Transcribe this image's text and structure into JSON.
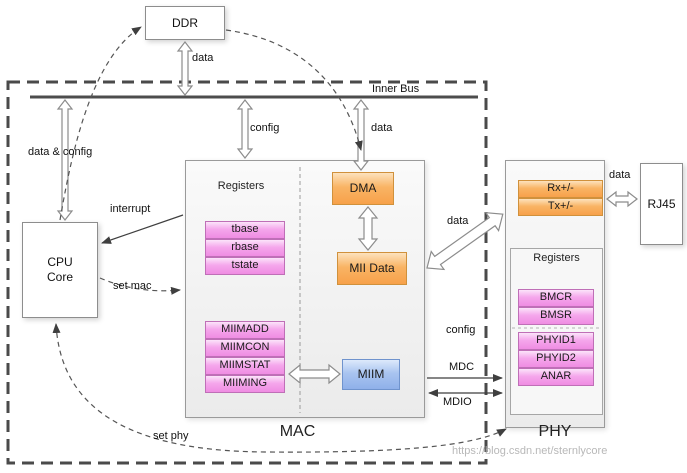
{
  "watermark": "https://blog.csdn.net/sternlycore",
  "ddr": {
    "label": "DDR"
  },
  "bus": {
    "label": "Inner Bus"
  },
  "cpu": {
    "label": "CPU Core"
  },
  "rj45": {
    "label": "RJ45"
  },
  "mac": {
    "label": "MAC",
    "registers_title": "Registers",
    "queue_regs": [
      "tbase",
      "rbase",
      "tstate"
    ],
    "mii_regs": [
      "MIIMADD",
      "MIIMCON",
      "MIIMSTAT",
      "MIIMING"
    ],
    "dma": "DMA",
    "mii_data": "MII Data",
    "miim": "MIIM"
  },
  "phy": {
    "label": "PHY",
    "registers_title": "Registers",
    "rx": "Rx+/-",
    "tx": "Tx+/-",
    "regs": [
      "BMCR",
      "BMSR",
      "PHYID1",
      "PHYID2",
      "ANAR"
    ]
  },
  "labels": {
    "ddr_data": "data",
    "cpu_bus": "data & config",
    "mac_config": "config",
    "mac_data": "data",
    "interrupt": "interrupt",
    "set_mac": "set mac",
    "mac_phy_data": "data",
    "phy_config": "config",
    "mdc": "MDC",
    "mdio": "MDIO",
    "rj45_data": "data",
    "set_phy": "set phy"
  }
}
